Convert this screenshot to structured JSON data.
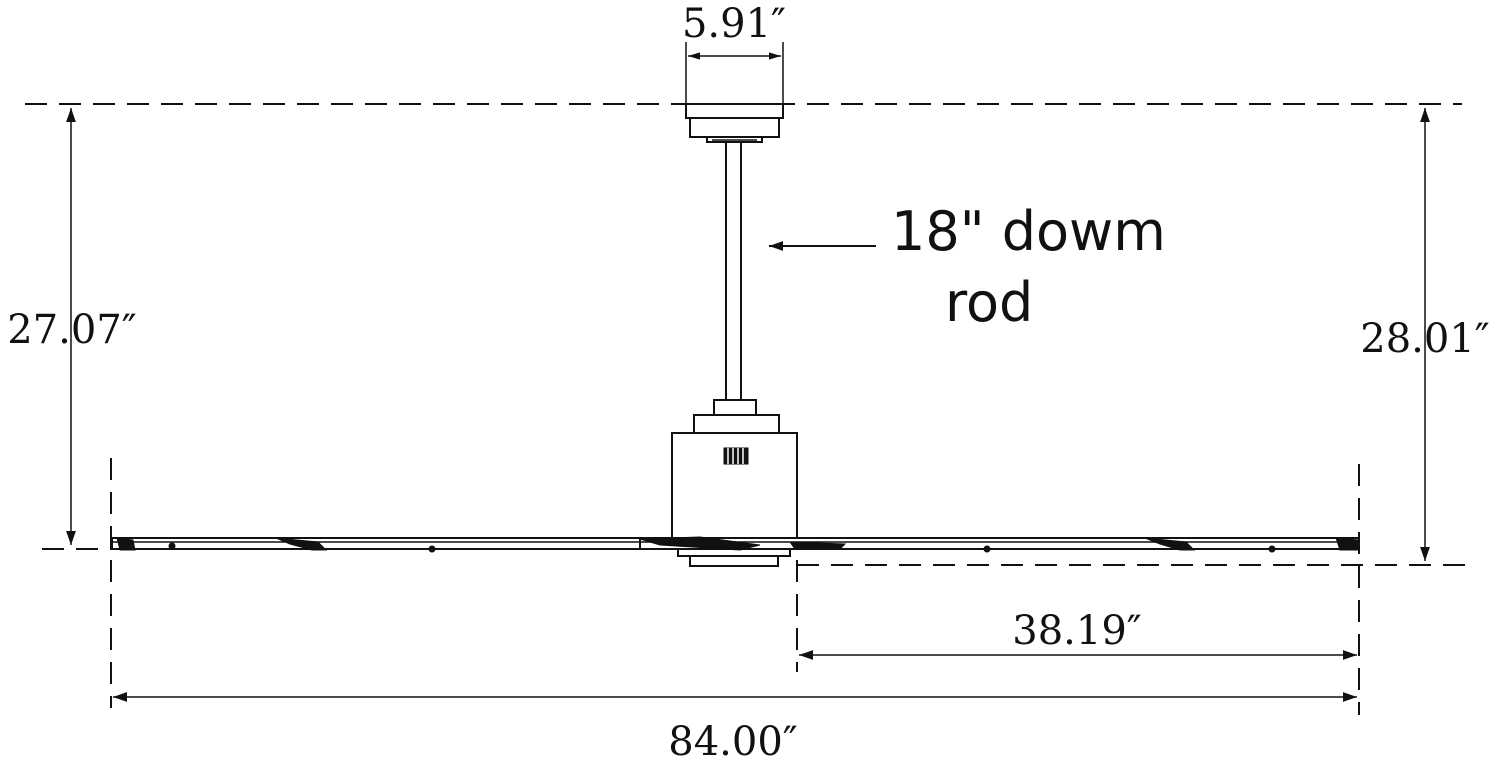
{
  "dimensions": {
    "canopy_width": "5.91″",
    "left_height": "27.07″",
    "right_height": "28.01″",
    "blade_radius": "38.19″",
    "overall_span": "84.00″"
  },
  "callout": {
    "line1": "18\" dowm",
    "line2": "rod"
  }
}
